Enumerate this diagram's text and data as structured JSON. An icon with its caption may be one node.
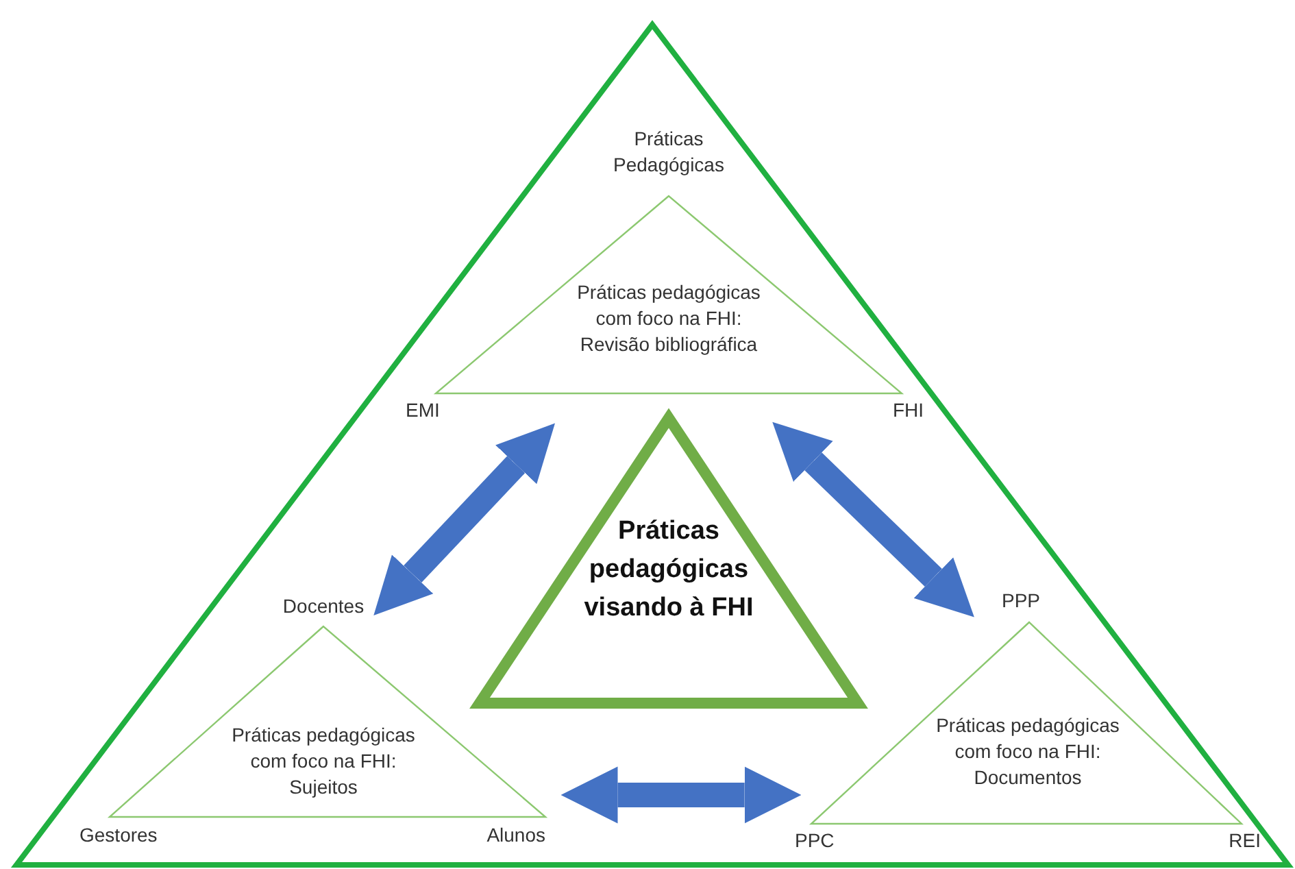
{
  "diagram": {
    "nodes": [
      {
        "text": [],
        "shape": "triangle"
      },
      {
        "text": [
          "Práticas pedagógicas com foco na FHI: Revisão bibliográfica"
        ],
        "beside": [
          "Práticas Pedagógicas",
          "EMI",
          "FHI"
        ],
        "in": 0
      },
      {
        "text": [
          "Práticas pedagógicas visando à FHI"
        ],
        "in": 0
      },
      {
        "text": [
          "Práticas pedagógicas com foco na FHI: Sujeitos"
        ],
        "beside": [
          "Docentes",
          "Gestores",
          "Alunos"
        ],
        "in": 0
      },
      {
        "text": [
          "Práticas pedagógicas com foco na FHI: Documentos"
        ],
        "beside": [
          "PPP",
          "PPC",
          "REI"
        ],
        "in": 0
      }
    ],
    "edges": [
      {
        "from": 1,
        "to": 3,
        "arrow": "both"
      },
      {
        "from": 1,
        "to": 4,
        "arrow": "both"
      },
      {
        "from": 3,
        "to": 4,
        "arrow": "both"
      }
    ]
  }
}
